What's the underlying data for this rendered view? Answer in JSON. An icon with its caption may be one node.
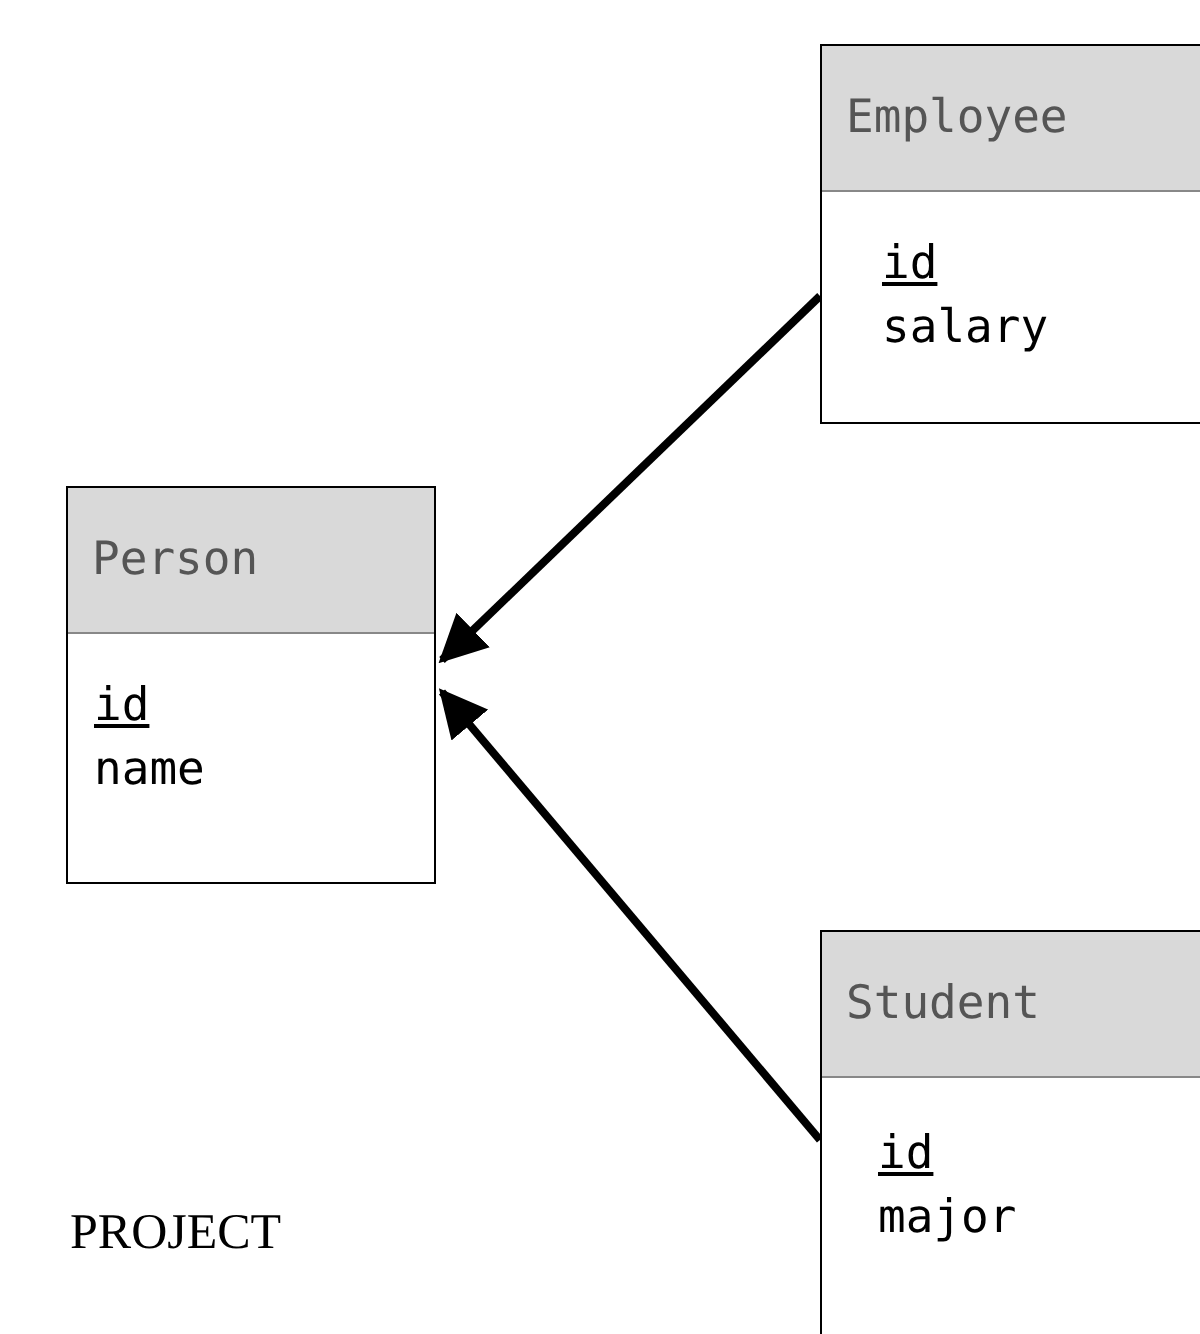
{
  "diagram": {
    "nodes": [
      {
        "text": [
          "Employee",
          "id",
          "salary"
        ]
      },
      {
        "text": [
          "Person",
          "id",
          "name"
        ]
      },
      {
        "text": [
          "Student",
          "id",
          "major"
        ]
      }
    ],
    "edges": [
      {
        "from": 0,
        "to": 1,
        "arrow": "to"
      },
      {
        "from": 2,
        "to": 1,
        "arrow": "to"
      }
    ],
    "labels": [
      "PROJECT"
    ]
  }
}
